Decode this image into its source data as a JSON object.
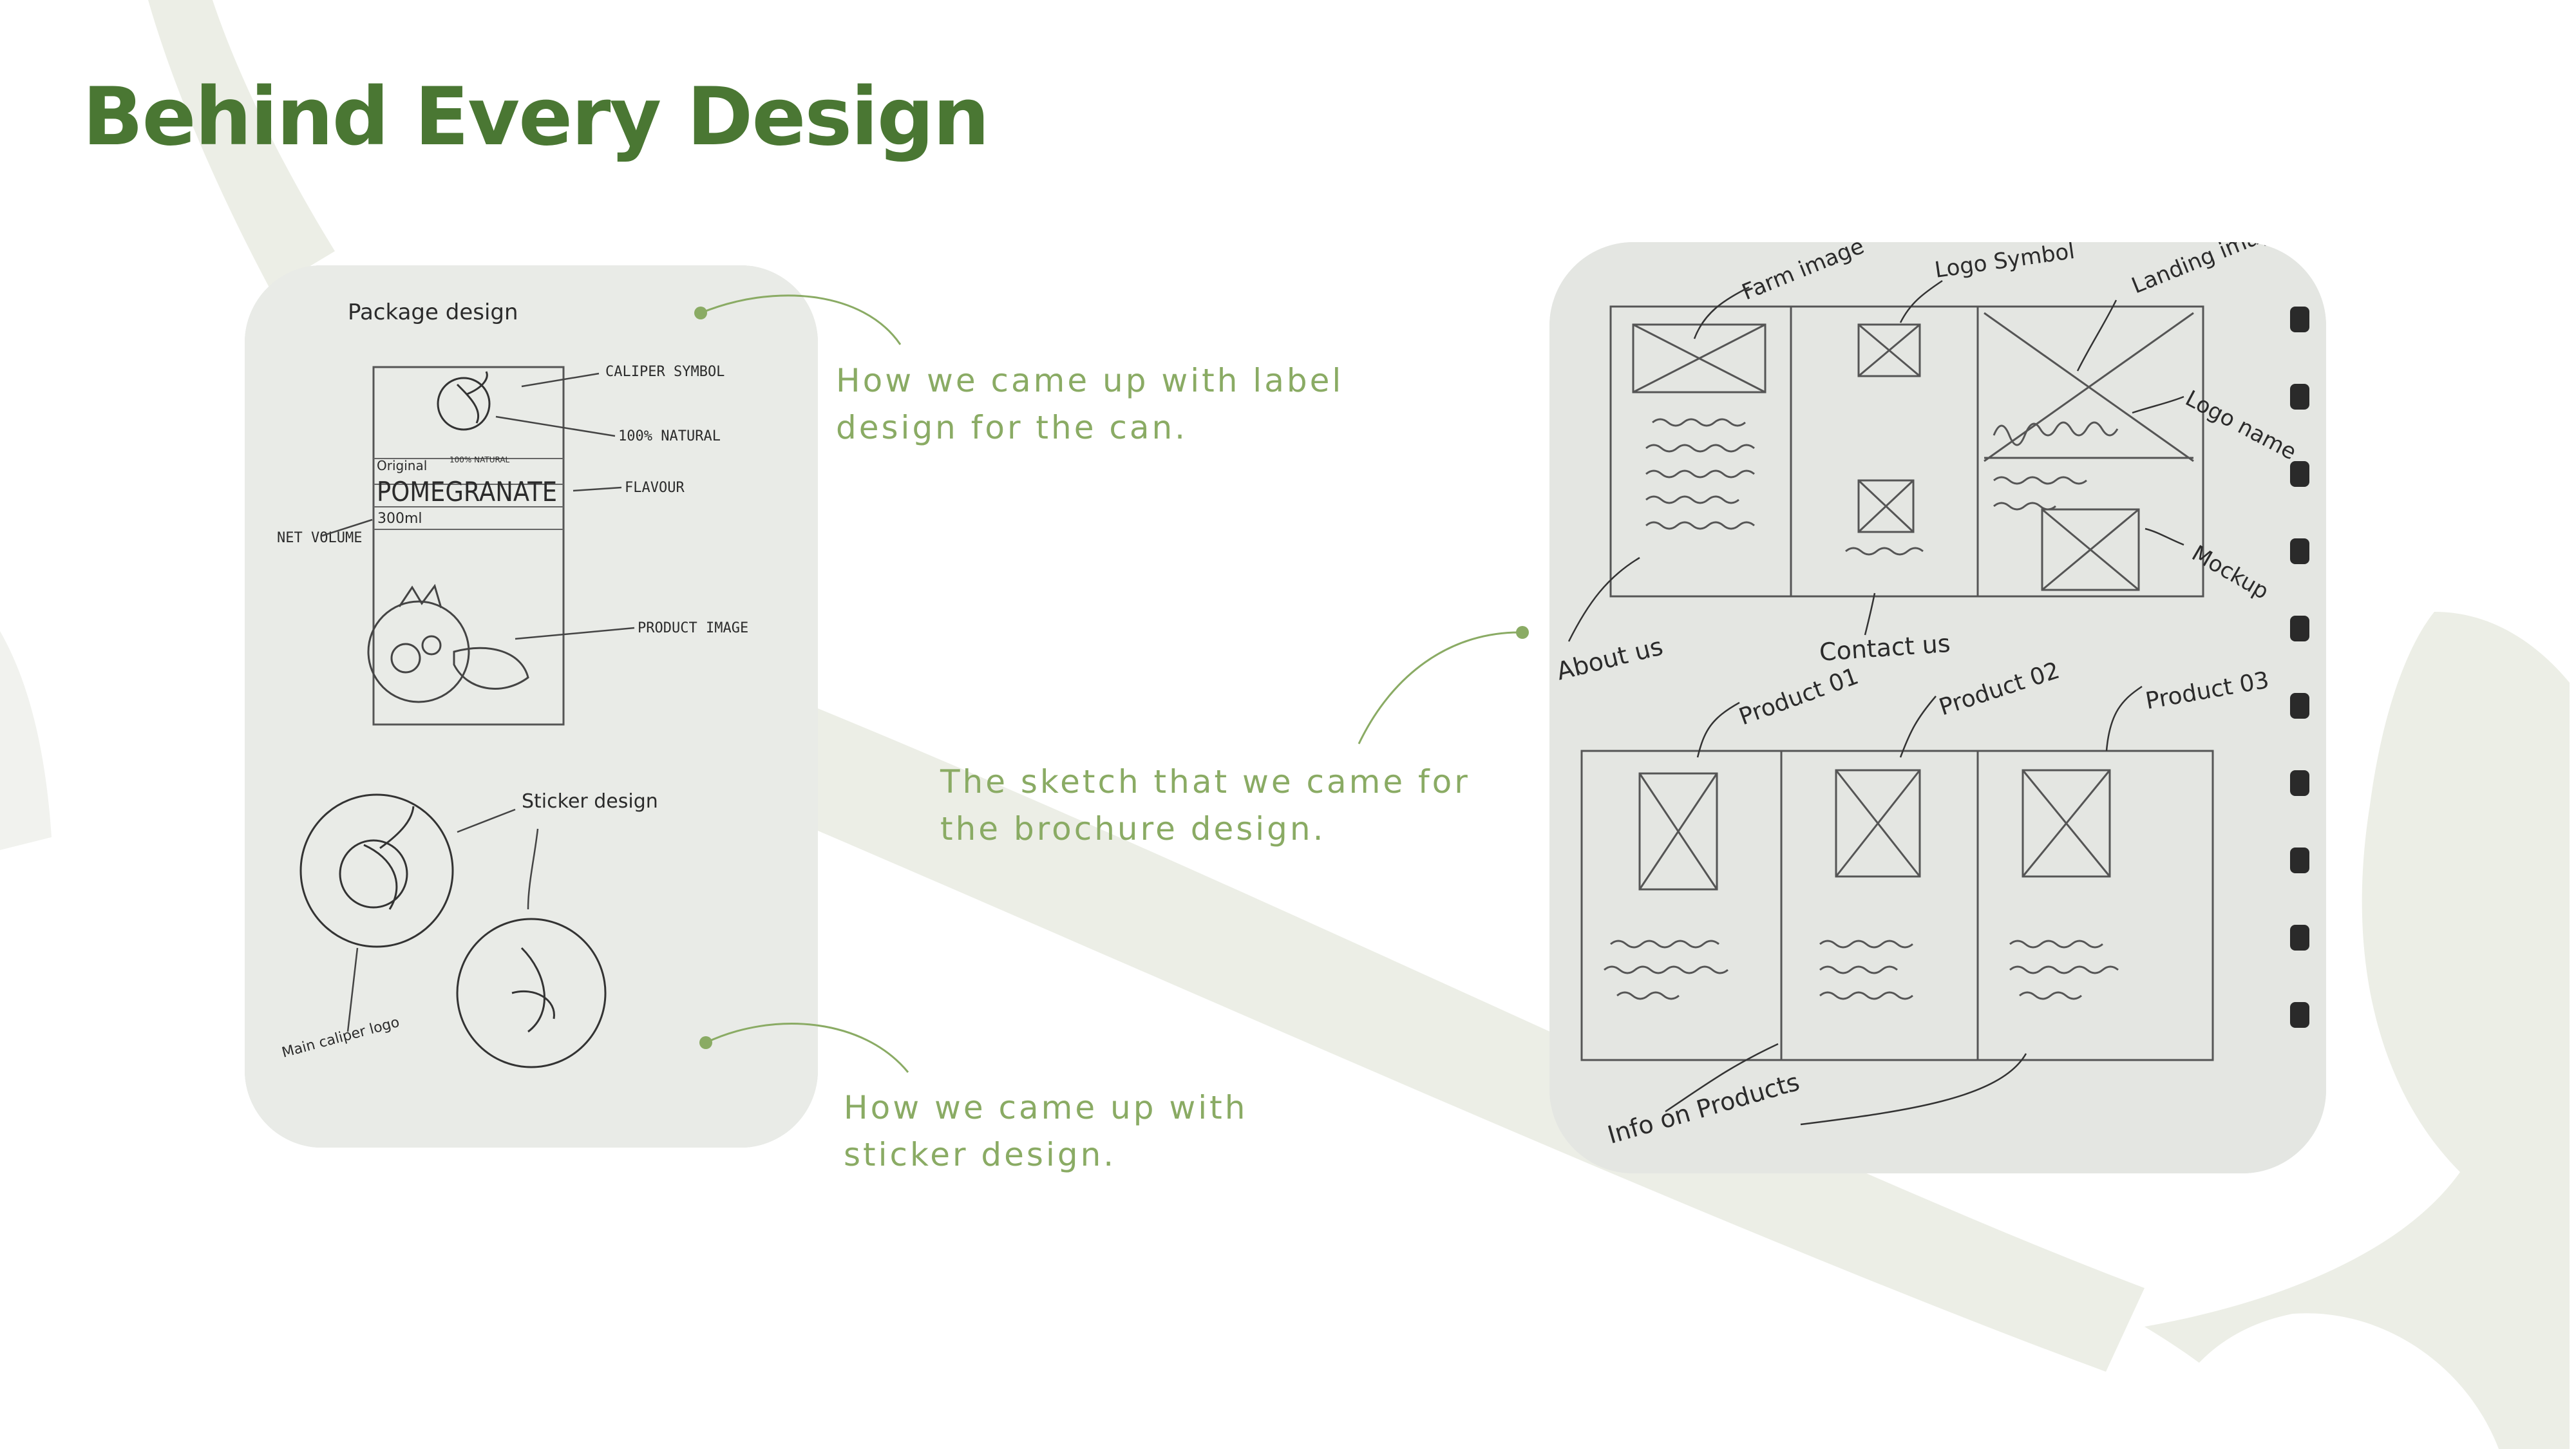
{
  "slide": {
    "title": "Behind Every Design",
    "captions": {
      "label_design": "How we came up with label design for the can.",
      "brochure": "The sketch that we came for the brochure design.",
      "sticker": "How we came up with sticker design."
    }
  },
  "package_sketch": {
    "heading": "Package design",
    "annotations": {
      "caliper_symbol": "CALIPER SYMBOL",
      "natural": "100% NATURAL",
      "flavour": "FLAVOUR",
      "net_volume": "NET VOLUME",
      "product_image": "PRODUCT IMAGE",
      "sticker_design": "Sticker design",
      "main_caliper_logo": "Main caliper logo"
    },
    "can": {
      "original": "Original",
      "natural_small": "100% NATURAL",
      "flavour_name": "POMEGRANATE",
      "volume": "300ml"
    }
  },
  "brochure_sketch": {
    "annotations": {
      "farm_image": "Farm image",
      "logo_symbol": "Logo Symbol",
      "landing_image": "Landing image",
      "logo_name": "Logo name",
      "mockup": "Mockup",
      "about_us": "About us",
      "contact_us": "Contact us",
      "product_01": "Product 01",
      "product_02": "Product 02",
      "product_03": "Product 03",
      "info_on_products": "Info on Products"
    }
  },
  "colors": {
    "title": "#4a7733",
    "caption": "#8aab64",
    "accent_dot": "#8aab64",
    "background_shape": "#eceee6"
  }
}
